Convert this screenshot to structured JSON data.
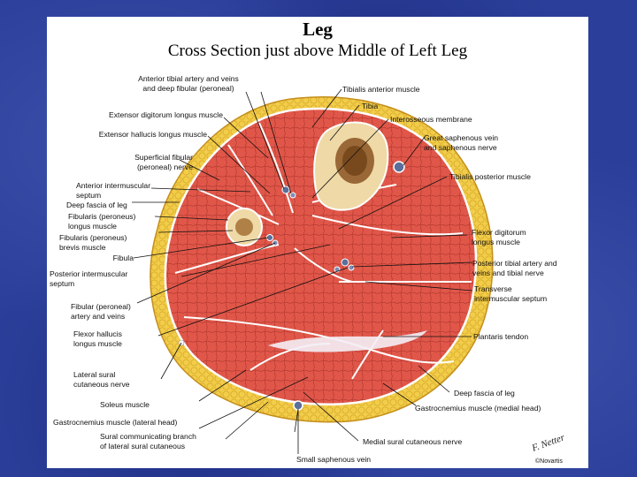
{
  "title": "Leg",
  "subtitle": "Cross Section just above Middle of Left Leg",
  "labels": {
    "ant_tibial": [
      "Anterior tibial artery and veins",
      "and deep fibular (peroneal)"
    ],
    "ext_digitorum": [
      "Extensor digitorum longus muscle"
    ],
    "ext_hallucis": [
      "Extensor hallucis longus muscle"
    ],
    "sup_fibular": [
      "Superficial fibular",
      "(peroneal) nerve"
    ],
    "ant_septum": [
      "Anterior intermuscular",
      "septum"
    ],
    "deep_fascia_l": [
      "Deep fascia of leg"
    ],
    "fib_longus": [
      "Fibularis (peroneus)",
      "longus muscle"
    ],
    "fib_brevis": [
      "Fibularis (peroneus)",
      "brevis muscle"
    ],
    "fibula": [
      "Fibula"
    ],
    "post_septum": [
      "Posterior intermuscular",
      "septum"
    ],
    "fib_artery": [
      "Fibular (peroneal)",
      "artery and veins"
    ],
    "flex_hallucis": [
      "Flexor hallucis",
      "longus muscle"
    ],
    "lat_sural": [
      "Lateral sural",
      "cutaneous nerve"
    ],
    "soleus": [
      "Soleus muscle"
    ],
    "gastro_lat": [
      "Gastrocnemius muscle (lateral head)"
    ],
    "sural_comm": [
      "Sural communicating branch",
      "of lateral sural cutaneous"
    ],
    "small_saph": [
      "Small saphenous vein"
    ],
    "tib_ant": [
      "Tibialis anterior muscle"
    ],
    "tibia": [
      "Tibia"
    ],
    "interosseous": [
      "Interosseous membrane"
    ],
    "great_saph": [
      "Great saphenous vein",
      "and saphenous nerve"
    ],
    "tib_post": [
      "Tibialis posterior muscle"
    ],
    "flex_digitorum": [
      "Flexor digitorum",
      "longus muscle"
    ],
    "post_tibial": [
      "Posterior tibial artery and",
      "veins and tibial nerve"
    ],
    "transverse": [
      "Transverse",
      "intermuscular septum"
    ],
    "plantaris": [
      "Plantaris tendon"
    ],
    "deep_fascia_r": [
      "Deep fascia of leg"
    ],
    "gastro_med": [
      "Gastrocnemius muscle (medial head)"
    ],
    "med_sural": [
      "Medial sural cutaneous nerve"
    ]
  },
  "signature": "F. Netter",
  "copyright": "©Novartis",
  "colors": {
    "background": "#2b3f9a",
    "fat": "#f2cd4a",
    "muscle": "#e0574a",
    "bone": "#efd9a6",
    "marrow": "#8a5422"
  }
}
